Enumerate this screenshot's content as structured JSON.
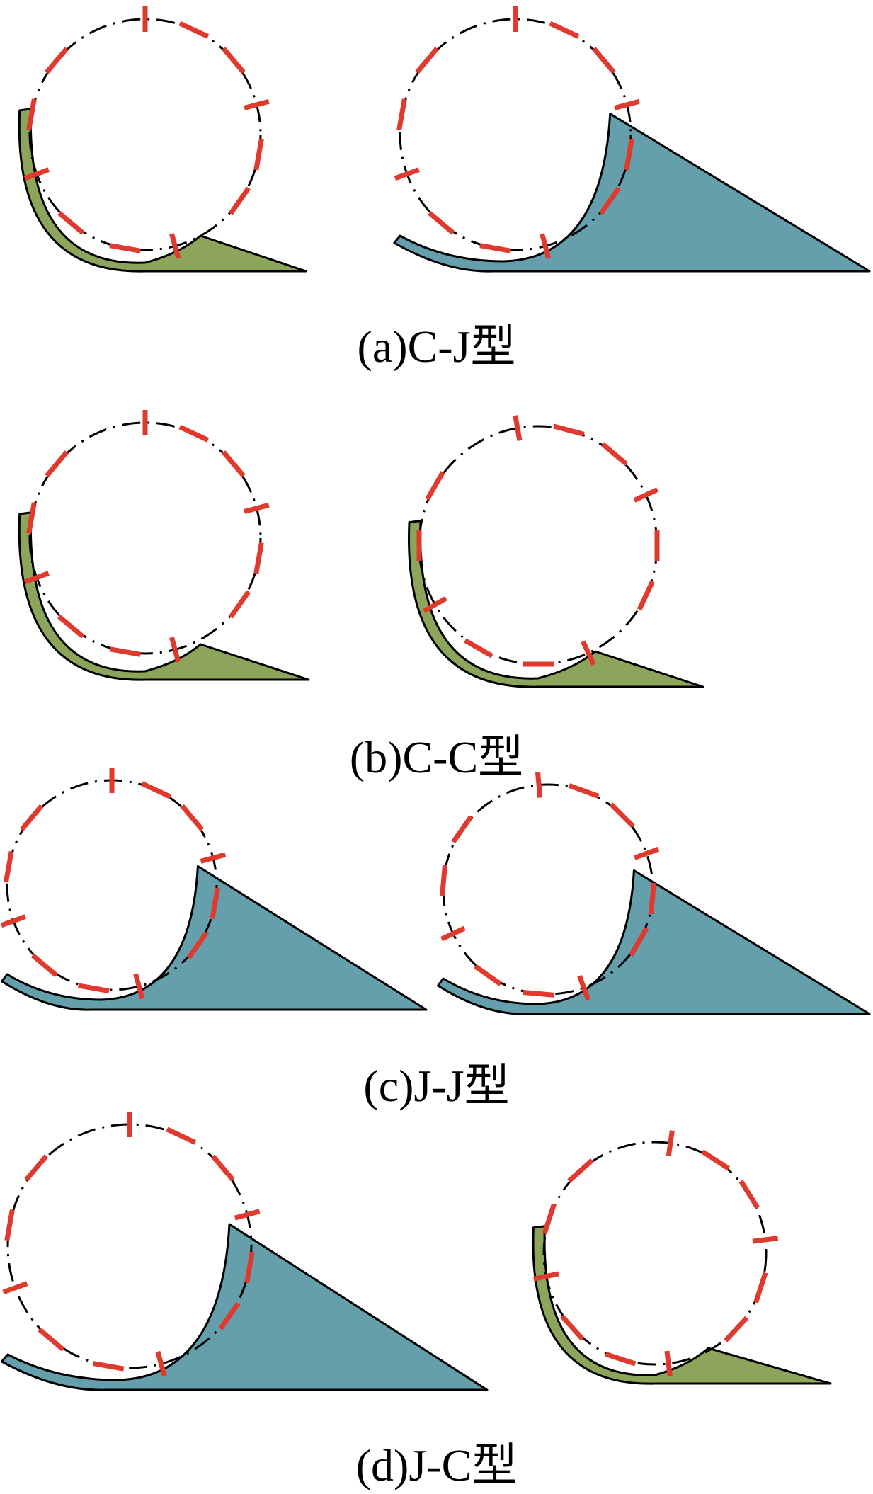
{
  "colors": {
    "seal_green": "#8da55b",
    "seal_blue": "#649fab",
    "shield_red": "#e03a2e",
    "outline": "#000000"
  },
  "captions": [
    {
      "id": "a",
      "text": "(a)C-J型"
    },
    {
      "id": "b",
      "text": "(b)C-C型"
    },
    {
      "id": "c",
      "text": "(c)J-J型"
    },
    {
      "id": "d",
      "text": "(d)J-C型"
    }
  ],
  "panels": [
    {
      "id": "a-left",
      "seal": "C",
      "color": "seal_green"
    },
    {
      "id": "a-right",
      "seal": "J",
      "color": "seal_blue"
    },
    {
      "id": "b-left",
      "seal": "C",
      "color": "seal_green"
    },
    {
      "id": "b-right",
      "seal": "C",
      "color": "seal_green"
    },
    {
      "id": "c-left",
      "seal": "J",
      "color": "seal_blue"
    },
    {
      "id": "c-right",
      "seal": "J",
      "color": "seal_blue"
    },
    {
      "id": "d-left",
      "seal": "J",
      "color": "seal_blue"
    },
    {
      "id": "d-right",
      "seal": "C",
      "color": "seal_green"
    }
  ]
}
